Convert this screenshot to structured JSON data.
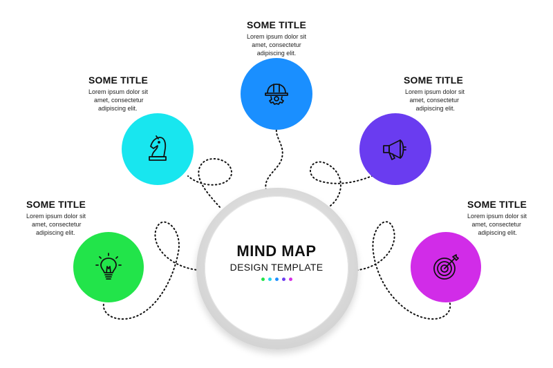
{
  "center": {
    "title": "MIND MAP",
    "subtitle": "DESIGN TEMPLATE",
    "dot_colors": [
      "#22e44a",
      "#22d3ee",
      "#1e90ff",
      "#6d3df0",
      "#d62ee6"
    ]
  },
  "items": [
    {
      "title": "SOME TITLE",
      "desc_lines": [
        "Lorem ipsum dolor sit",
        "amet, consectetur",
        "adipiscing elit."
      ],
      "color": "#22e44a",
      "icon": "lightbulb-icon"
    },
    {
      "title": "SOME TITLE",
      "desc_lines": [
        "Lorem ipsum dolor sit",
        "amet, consectetur",
        "adipiscing elit."
      ],
      "color": "#18e6ef",
      "icon": "chess-knight-icon"
    },
    {
      "title": "SOME TITLE",
      "desc_lines": [
        "Lorem ipsum dolor sit",
        "amet, consectetur",
        "adipiscing elit."
      ],
      "color": "#1a8fff",
      "icon": "helmet-gear-icon"
    },
    {
      "title": "SOME TITLE",
      "desc_lines": [
        "Lorem ipsum dolor sit",
        "amet, consectetur",
        "adipiscing elit."
      ],
      "color": "#6a3cf0",
      "icon": "megaphone-icon"
    },
    {
      "title": "SOME TITLE",
      "desc_lines": [
        "Lorem ipsum dolor sit",
        "amet, consectetur",
        "adipiscing elit."
      ],
      "color": "#d12ce8",
      "icon": "target-arrow-icon"
    }
  ]
}
